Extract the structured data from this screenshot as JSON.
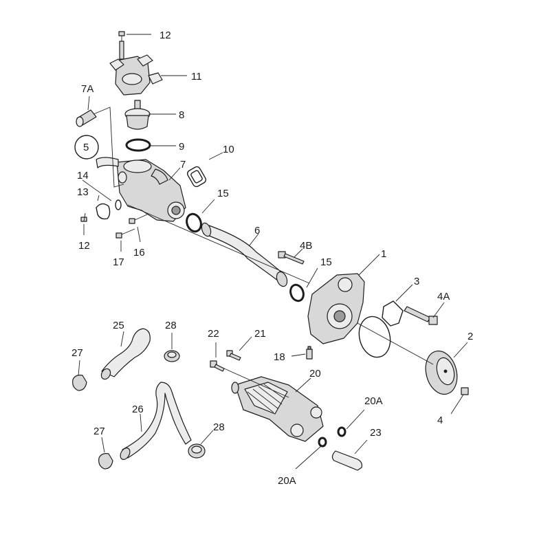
{
  "callouts": {
    "c1": "1",
    "c2": "2",
    "c3": "3",
    "c4": "4",
    "c4a": "4A",
    "c4b": "4B",
    "c5": "5",
    "c6": "6",
    "c7": "7",
    "c7a": "7A",
    "c8": "8",
    "c9": "9",
    "c10": "10",
    "c11": "11",
    "c12_top": "12",
    "c12_left": "12",
    "c13": "13",
    "c14": "14",
    "c15_upper": "15",
    "c15_lower": "15",
    "c16": "16",
    "c17": "17",
    "c18": "18",
    "c20": "20",
    "c20a_upper": "20A",
    "c20a_lower": "20A",
    "c21": "21",
    "c22": "22",
    "c23": "23",
    "c25": "25",
    "c26": "26",
    "c27_upper": "27",
    "c27_lower": "27",
    "c28_upper": "28",
    "c28_lower": "28"
  },
  "icons": {
    "thermostat_housing": "thermostat-housing-icon",
    "water_pump": "water-pump-icon",
    "pulley": "pulley-icon",
    "oil_cooler": "oil-cooler-icon"
  },
  "colors": {
    "line": "#1c1c1c",
    "fill": "#d8d8d8",
    "background": "#ffffff"
  }
}
